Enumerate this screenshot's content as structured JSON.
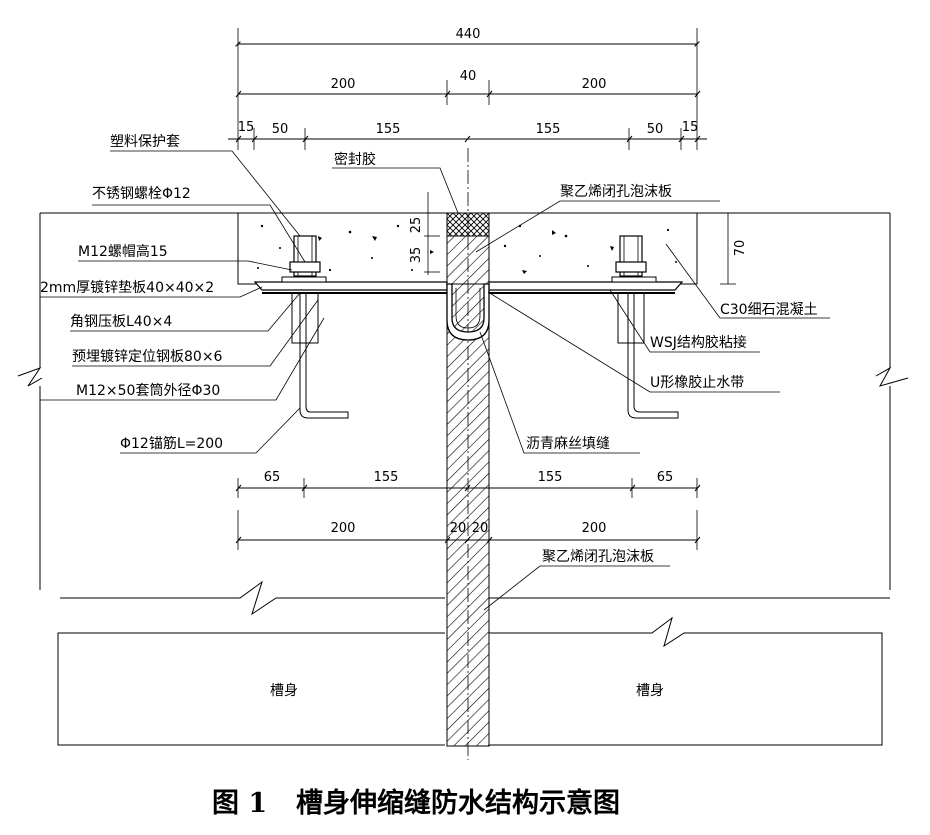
{
  "dimensions": {
    "total": "440",
    "left_half": "200",
    "gap": "40",
    "right_half": "200",
    "edge_left": "15",
    "bolt_left": "50",
    "inner_left": "155",
    "inner_right": "155",
    "bolt_right": "50",
    "edge_right": "15",
    "depth_25": "25",
    "depth_35": "35",
    "concrete_70": "70",
    "bot_left_65": "65",
    "bot_left_155": "155",
    "bot_right_155": "155",
    "bot_right_65": "65",
    "low_left_200": "200",
    "low_mid_20a": "20",
    "low_mid_20b": "20",
    "low_right_200": "200"
  },
  "labels": {
    "plastic_sleeve": "塑料保护套",
    "sealant": "密封胶",
    "stainless_bolt": "不锈钢螺栓Φ12",
    "pe_foam_top": "聚乙烯闭孔泡沫板",
    "nut_height": "M12螺帽高15",
    "gasket": "2mm厚镀锌垫板40×40×2",
    "angle_plate": "角钢压板L40×4",
    "embedded_plate": "预埋镀锌定位钢板80×6",
    "sleeve_m12": "M12×50套筒外径Φ30",
    "anchor_bar": "Φ12锚筋L=200",
    "c30_concrete": "C30细石混凝土",
    "wsj_glue": "WSJ结构胶粘接",
    "u_waterstop": "U形橡胶止水带",
    "asphalt_hemp": "沥青麻丝填缝",
    "pe_foam_bottom": "聚乙烯闭孔泡沫板",
    "trough_left": "槽身",
    "trough_right": "槽身"
  },
  "caption": {
    "figure_no": "图 1",
    "title": "槽身伸缩缝防水结构示意图"
  }
}
